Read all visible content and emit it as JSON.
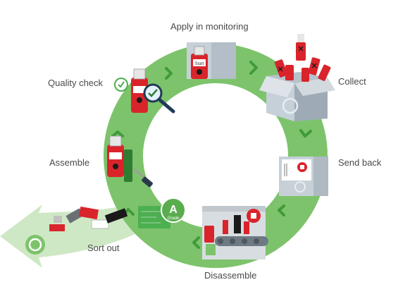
{
  "cycle": {
    "steps": [
      {
        "key": "apply",
        "label": "Apply in monitoring"
      },
      {
        "key": "collect",
        "label": "Collect"
      },
      {
        "key": "send_back",
        "label": "Send back"
      },
      {
        "key": "disassemble",
        "label": "Disassemble"
      },
      {
        "key": "sort_out",
        "label": "Sort out"
      },
      {
        "key": "assemble",
        "label": "Assemble"
      },
      {
        "key": "quality_check",
        "label": "Quality check"
      }
    ],
    "icons": {
      "recycle": "recycle-icon",
      "check": "check-icon",
      "magnifier": "magnifier-icon",
      "close_mark": "x-mark-icon"
    },
    "badges": {
      "logger_text": "Start",
      "grade_letter": "A",
      "grade_word": "Grade"
    },
    "colors": {
      "ring": "#7dc36b",
      "ring_dark": "#5aad4e",
      "arrow": "#3f9a3a",
      "logger_red": "#d9242b",
      "box": "#aeb9c2",
      "waste": "#b8dcae"
    }
  }
}
